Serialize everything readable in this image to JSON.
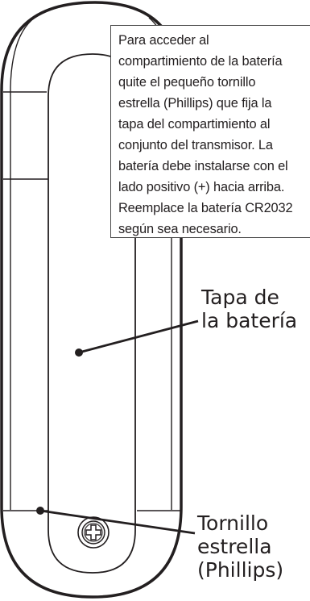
{
  "instructions": {
    "line_1": "Para acceder al",
    "line_2": "compartimiento de la batería",
    "line_3": "quite el pequeño tornillo",
    "line_4": "estrella (Phillips) que fija la",
    "line_5": "tapa del compartimiento al",
    "line_6": "conjunto del transmisor.  La",
    "line_7": "batería debe instalarse con el",
    "line_8": "lado positivo (+) hacia arriba.",
    "line_9": "Reemplace la batería CR2032",
    "line_10": "según sea necesario."
  },
  "callouts": {
    "battery_cover": {
      "line_1": "Tapa de",
      "line_2": "la batería"
    },
    "screw": {
      "line_1": "Tornillo",
      "line_2": "estrella",
      "line_3": "(Phillips)"
    }
  },
  "colors": {
    "outline": "#231f20",
    "body_fill": "#ffffff",
    "box_border": "#4a4a4a"
  }
}
